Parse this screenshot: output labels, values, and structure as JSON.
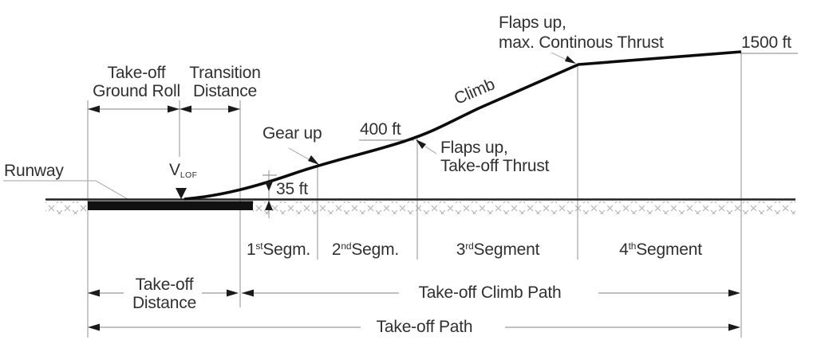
{
  "diagram": {
    "runway": "Runway",
    "ground_roll_line1": "Take-off",
    "ground_roll_line2": "Ground Roll",
    "transition_line1": "Transition",
    "transition_line2": "Distance",
    "vlof_main": "V",
    "vlof_sub": "LOF",
    "gear_up": "Gear up",
    "alt_400": "400 ft",
    "alt_35": "35 ft",
    "alt_1500": "1500 ft",
    "climb": "Climb",
    "flaps_to_line1": "Flaps up,",
    "flaps_to_line2": "Take-off Thrust",
    "flaps_mct_line1": "Flaps up,",
    "flaps_mct_line2": "max. Continous Thrust",
    "segments": [
      {
        "num": "1",
        "ord": "st",
        "name": "Segm."
      },
      {
        "num": "2",
        "ord": "nd",
        "name": "Segm."
      },
      {
        "num": "3",
        "ord": "rd",
        "name": "Segment"
      },
      {
        "num": "4",
        "ord": "th",
        "name": "Segment"
      }
    ],
    "takeoff_distance_line1": "Take-off",
    "takeoff_distance_line2": "Distance",
    "takeoff_climb_path": "Take-off Climb Path",
    "takeoff_path": "Take-off Path"
  },
  "colors": {
    "background": "#ffffff",
    "ink": "#1a1a1a",
    "text": "#303030",
    "dim_line": "#9a9a9a",
    "leader_line": "#b3b3b3",
    "hatch": "#b5b5b5"
  }
}
